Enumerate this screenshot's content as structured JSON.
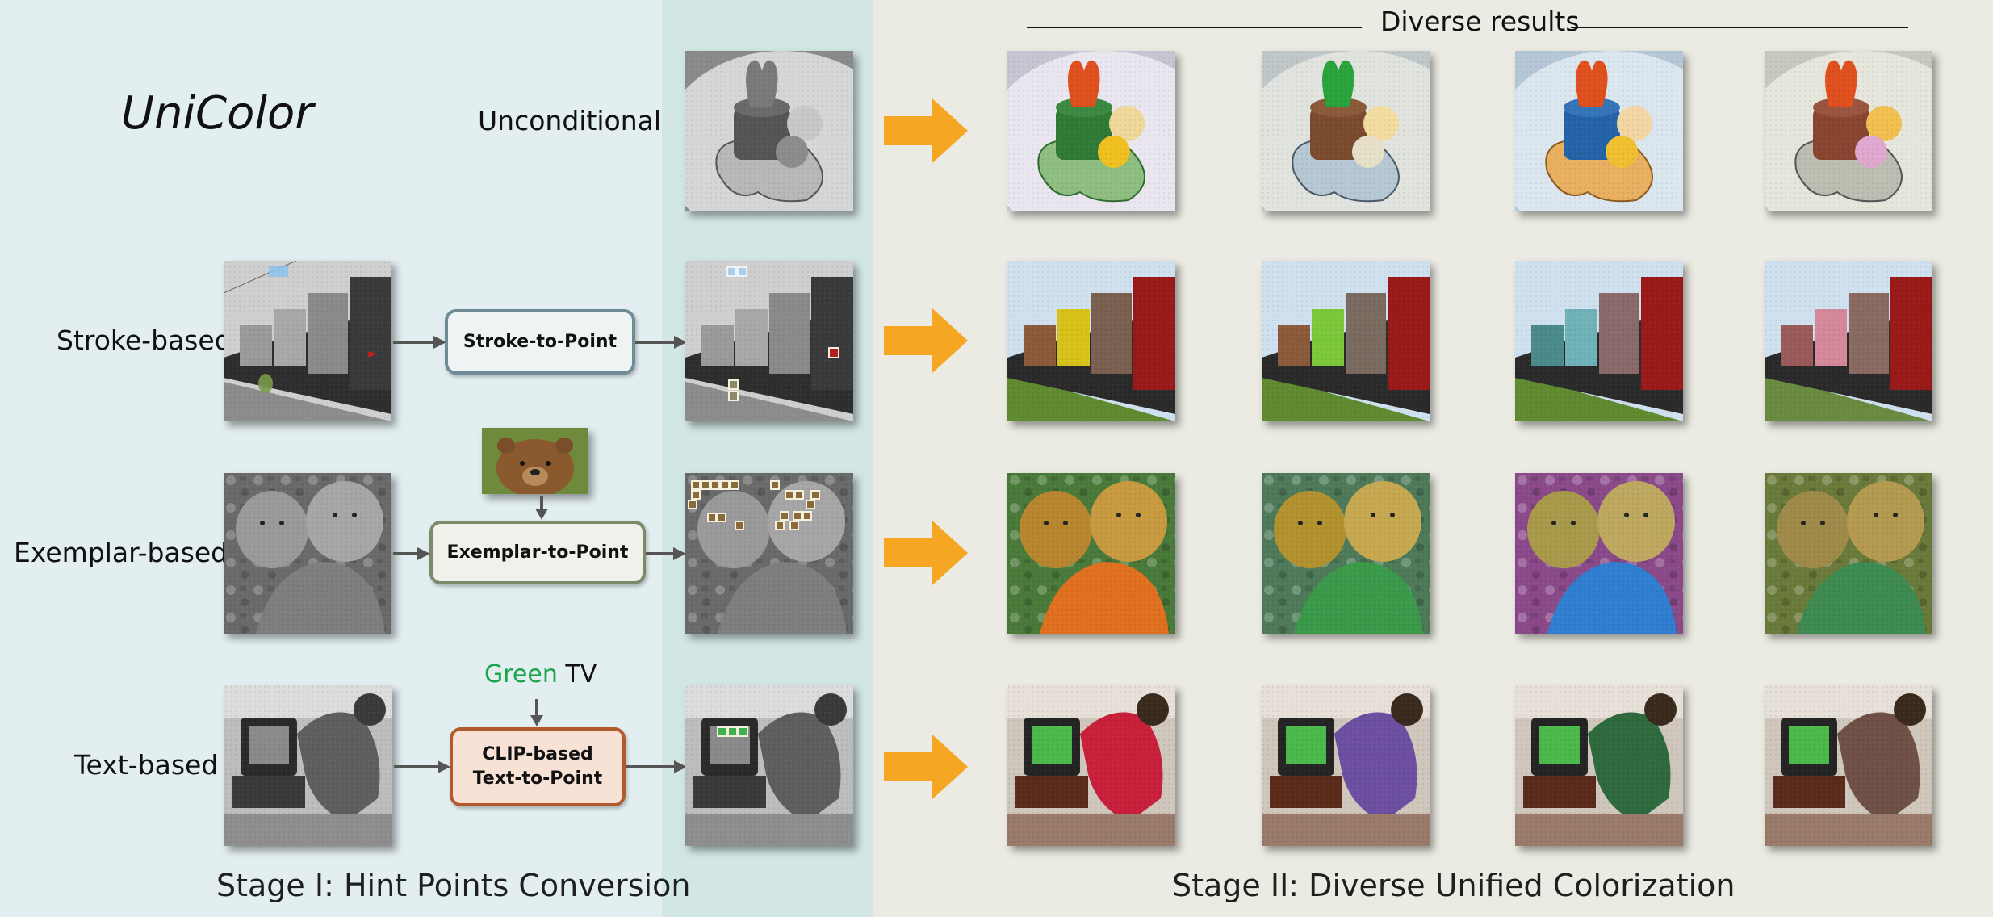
{
  "title": "UniColor",
  "rows": [
    {
      "label": "Unconditional"
    },
    {
      "label": "Stroke-based",
      "box": "Stroke-to-Point"
    },
    {
      "label": "Exemplar-based",
      "box": "Exemplar-to-Point"
    },
    {
      "label": "Text-based",
      "box_line1": "CLIP-based",
      "box_line2": "Text-to-Point",
      "prompt_color_word": "Green",
      "prompt_rest": "TV"
    }
  ],
  "diverse_label": "Diverse results",
  "stage1": "Stage I: Hint Points Conversion",
  "stage2": "Stage II: Diverse Unified Colorization",
  "colors": {
    "panel_left": "#e2eef0",
    "panel_mid": "#d2e6e4",
    "panel_right": "#ebebe3",
    "arrow_orange": "#f5a623",
    "prompt_green": "#1aa64a",
    "stroke_box_border": "#6f8c96",
    "exemplar_box_border": "#7c8a6b",
    "clip_box_border": "#b25a2e"
  },
  "results": {
    "cake": [
      "#2f7a35",
      "#7a4b2e",
      "#2563a8",
      "#8a4530"
    ],
    "train": [
      "#d7c21a",
      "#7cc73a",
      "#6fb3b8",
      "#d4889a"
    ],
    "bears": [
      "#e07020",
      "#3a9a4a",
      "#2f7ed0",
      "#3e8a50"
    ],
    "shirt": [
      "#c8203a",
      "#6c4fa0",
      "#2f6a3e",
      "#6e5046"
    ]
  }
}
